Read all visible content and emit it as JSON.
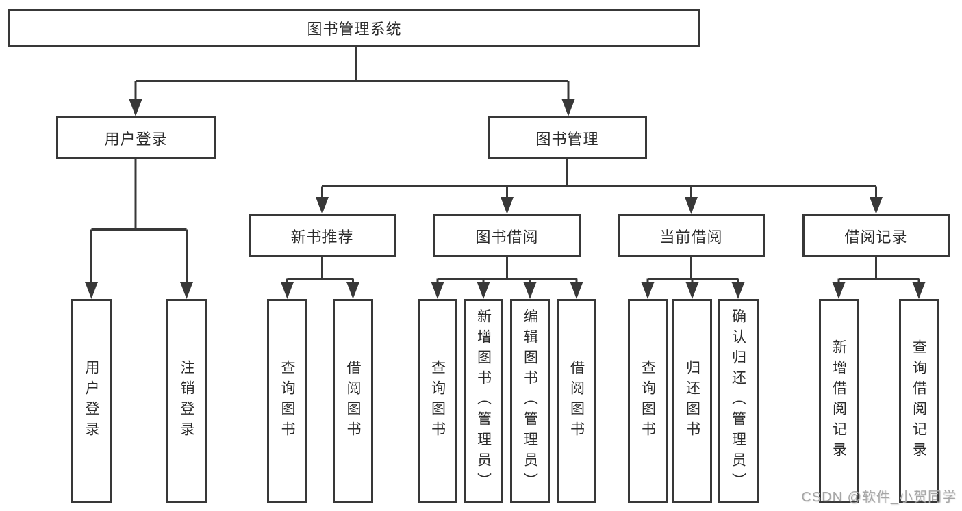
{
  "diagram": {
    "root": {
      "id": "system",
      "label": "图书管理系统"
    },
    "branches": [
      {
        "id": "user-login-module",
        "label": "用户登录",
        "children": [
          {
            "id": "user-login",
            "label": "用户登录"
          },
          {
            "id": "logout",
            "label": "注销登录"
          }
        ]
      },
      {
        "id": "book-management-module",
        "label": "图书管理",
        "children": [
          {
            "id": "new-book-recommend",
            "label": "新书推荐",
            "children": [
              {
                "id": "query-books",
                "label": "查询图书"
              },
              {
                "id": "borrow-books",
                "label": "借阅图书"
              }
            ]
          },
          {
            "id": "book-borrowing",
            "label": "图书借阅",
            "children": [
              {
                "id": "query-books",
                "label": "查询图书"
              },
              {
                "id": "add-books-admin",
                "label": "新增图书（管理员）"
              },
              {
                "id": "edit-books-admin",
                "label": "编辑图书（管理员）"
              },
              {
                "id": "borrow-books",
                "label": "借阅图书"
              }
            ]
          },
          {
            "id": "current-borrowing",
            "label": "当前借阅",
            "children": [
              {
                "id": "query-books",
                "label": "查询图书"
              },
              {
                "id": "return-books",
                "label": "归还图书"
              },
              {
                "id": "confirm-return-admin",
                "label": "确认归还（管理员）"
              }
            ]
          },
          {
            "id": "borrowing-records",
            "label": "借阅记录",
            "children": [
              {
                "id": "add-borrow-record",
                "label": "新增借阅记录"
              },
              {
                "id": "query-borrow-record",
                "label": "查询借阅记录"
              }
            ]
          }
        ]
      }
    ]
  },
  "watermark": {
    "text": "CSDN @软件_小贺同学"
  },
  "colors": {
    "line": "#383838",
    "box_border": "#383838",
    "text": "#2b2b2b",
    "watermark": "#a6a6a6",
    "background": "#ffffff"
  }
}
